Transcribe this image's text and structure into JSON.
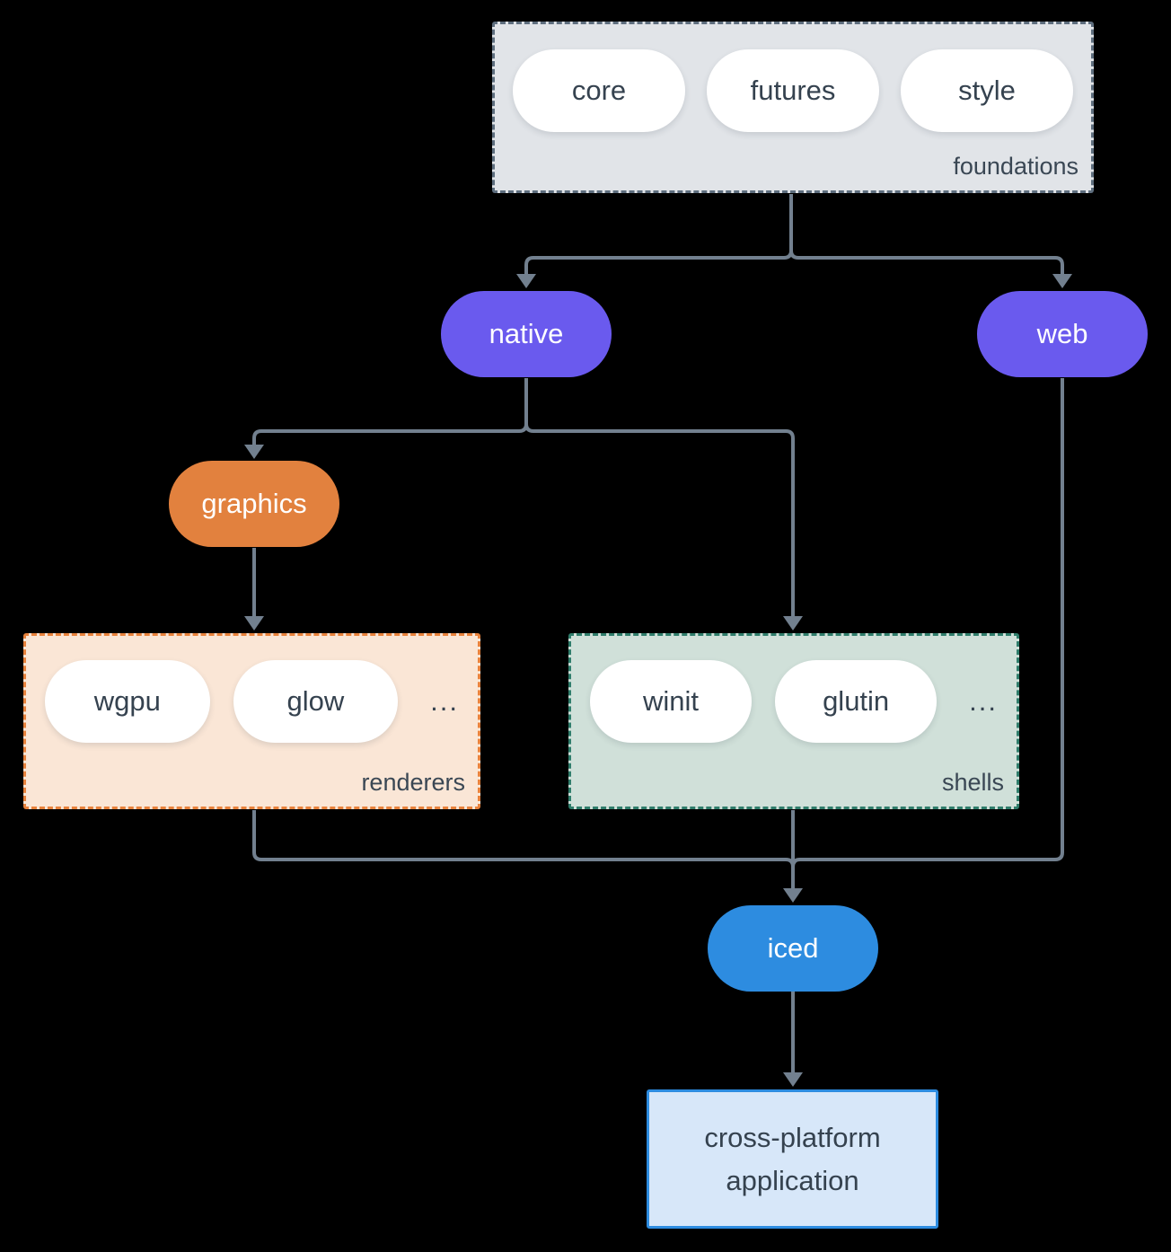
{
  "nodes": {
    "foundations": {
      "label": "foundations",
      "pills": [
        "core",
        "futures",
        "style"
      ]
    },
    "native": {
      "label": "native"
    },
    "web": {
      "label": "web"
    },
    "graphics": {
      "label": "graphics"
    },
    "renderers": {
      "label": "renderers",
      "pills": [
        "wgpu",
        "glow"
      ],
      "ellipsis": "..."
    },
    "shells": {
      "label": "shells",
      "pills": [
        "winit",
        "glutin"
      ],
      "ellipsis": "..."
    },
    "iced": {
      "label": "iced"
    },
    "application": {
      "line1": "cross-platform",
      "line2": "application"
    }
  },
  "edges": [
    "foundations->native",
    "foundations->web",
    "native->graphics",
    "native->shells",
    "graphics->renderers",
    "renderers->iced",
    "shells->iced",
    "web->iced",
    "iced->application"
  ],
  "colors": {
    "background": "#000000",
    "connector": "#72808F",
    "foundations_fill": "#E1E4E8",
    "foundations_border": "#5E6E7E",
    "pill_fill": "#FFFFFF",
    "text_dark": "#35424F",
    "purple": "#6A5AEE",
    "orange": "#E2813E",
    "renderers_fill": "#FAE6D6",
    "renderers_border": "#E8823C",
    "shells_fill": "#D0E0D9",
    "shells_border": "#2F7D6B",
    "blue": "#2D8CE0",
    "application_fill": "#D7E7F9"
  }
}
